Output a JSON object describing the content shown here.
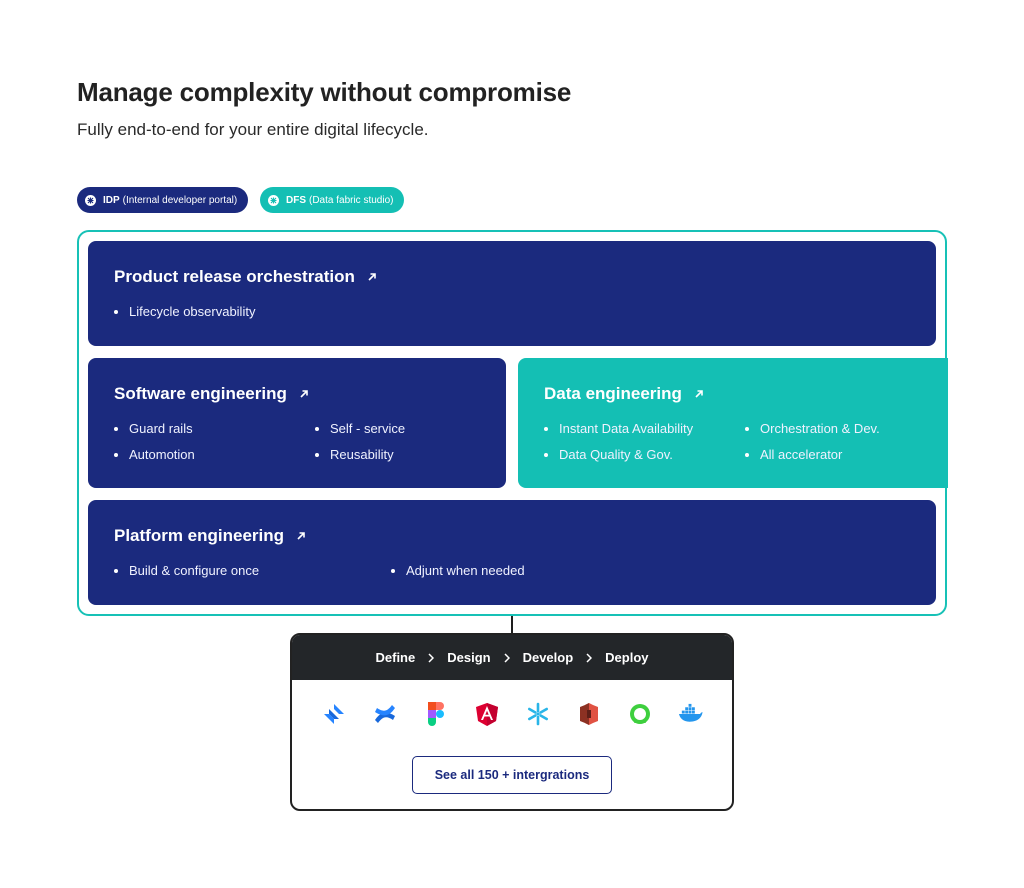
{
  "header": {
    "title": "Manage complexity without compromise",
    "subtitle": "Fully end-to-end for your entire digital lifecycle."
  },
  "legend": {
    "idp": {
      "short": "IDP",
      "long": "(Internal developer portal)",
      "color": "#1b2a7e"
    },
    "dfs": {
      "short": "DFS",
      "long": "(Data fabric studio)",
      "color": "#14bfb4"
    }
  },
  "frame": {
    "border_color": "#17c1b6"
  },
  "cards": {
    "product": {
      "title": "Product release orchestration",
      "items": [
        "Lifecycle observability"
      ],
      "color": "#1b2a7e"
    },
    "software": {
      "title": "Software engineering",
      "items": [
        "Guard rails",
        "Automotion",
        "Self - service",
        "Reusability"
      ],
      "color": "#1b2a7e"
    },
    "data": {
      "title": "Data engineering",
      "items": [
        "Instant Data Availability",
        "Data Quality & Gov.",
        "Orchestration & Dev.",
        "All accelerator"
      ],
      "color": "#14bfb4"
    },
    "platform": {
      "title": "Platform engineering",
      "items": [
        "Build & configure once",
        "Adjunt when needed"
      ],
      "color": "#1b2a7e"
    }
  },
  "pipeline": {
    "steps": [
      "Define",
      "Design",
      "Develop",
      "Deploy"
    ],
    "integrations": [
      "jira-icon",
      "confluence-icon",
      "figma-icon",
      "angular-icon",
      "snowflake-icon",
      "aws-s3-icon",
      "circleci-icon",
      "docker-icon"
    ],
    "see_all_label": "See all 150 + intergrations"
  }
}
